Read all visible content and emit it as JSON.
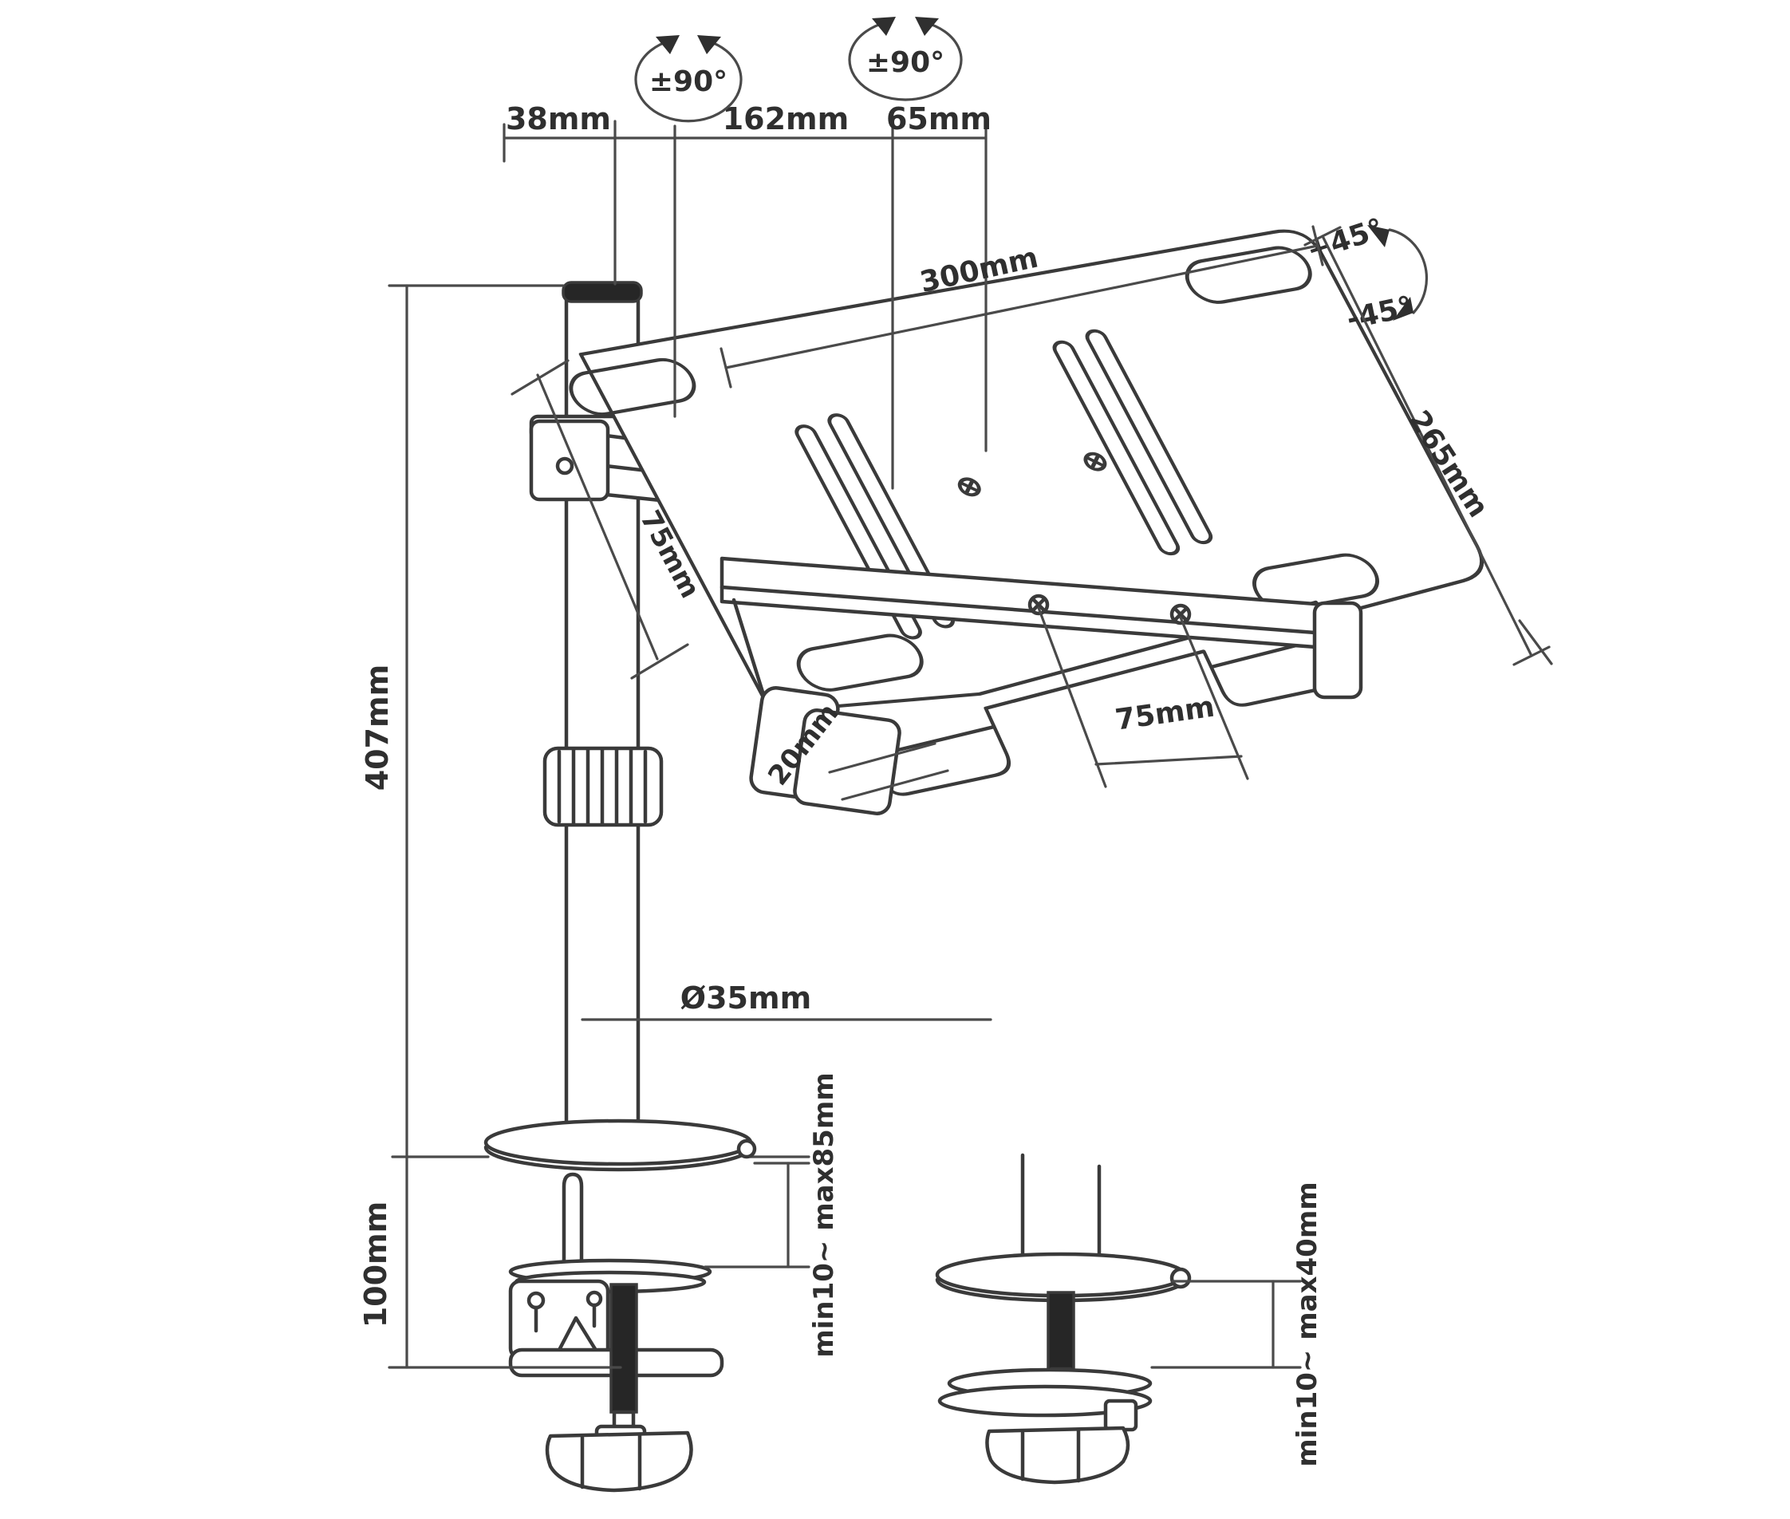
{
  "drawing": {
    "background": "#ffffff",
    "line_color": "#3a3a3a",
    "dark_fill": "#262626",
    "labels": {
      "rotation_pole": "±90°",
      "rotation_head": "±90°",
      "offset_left": "38mm",
      "offset_mid": "162mm",
      "offset_right": "65mm",
      "tray_width": "300mm",
      "tilt_up": "+45°",
      "tilt_down": "-45°",
      "tray_depth": "265mm",
      "edge_inset": "75mm",
      "lip_depth": "20mm",
      "hole_spacing": "75mm",
      "pole_height": "407mm",
      "pole_diameter": "Ø35mm",
      "clamp_height": "100mm",
      "clamp_range": "min10~ max85mm",
      "grommet_range": "min10~ max40mm"
    }
  }
}
